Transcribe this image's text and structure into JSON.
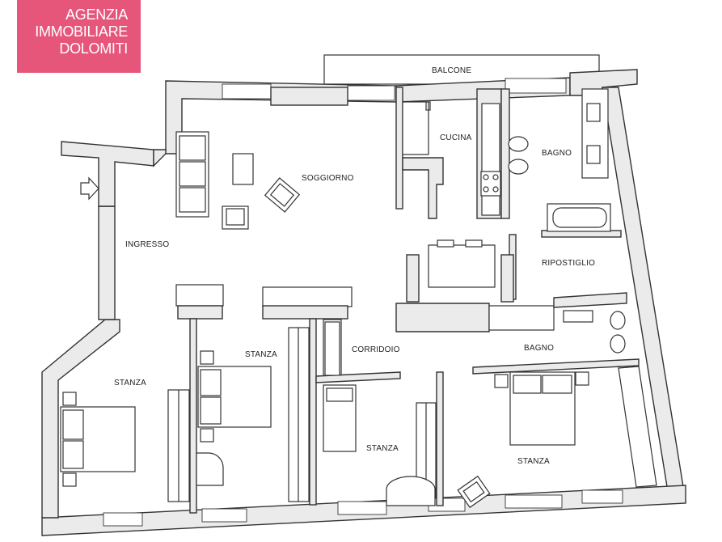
{
  "logo": {
    "line1": "AGENZIA",
    "line2": "IMMOBILIARE",
    "line3": "DOLOMITI",
    "background": "#e6557a",
    "text_color": "#ffffff"
  },
  "rooms": {
    "balcone": "BALCONE",
    "cucina": "CUCINA",
    "bagno_top": "BAGNO",
    "soggiorno": "SOGGIORNO",
    "ingresso": "INGRESSO",
    "ripostiglio": "RIPOSTIGLIO",
    "stanza_left": "STANZA",
    "stanza_center_left": "STANZA",
    "corridoio": "CORRIDOIO",
    "bagno_bottom": "BAGNO",
    "stanza_center": "STANZA",
    "stanza_right": "STANZA"
  },
  "colors": {
    "wall_fill": "#ebebeb",
    "line": "#333333"
  }
}
